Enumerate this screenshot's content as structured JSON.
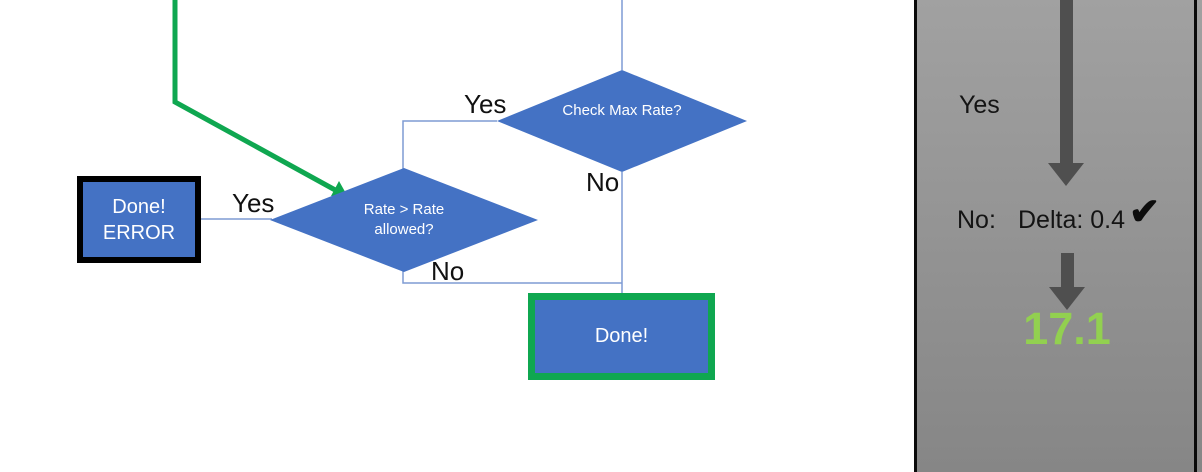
{
  "flowchart": {
    "nodes": {
      "check_max": {
        "label": "Check Max Rate?"
      },
      "rate_allowed": {
        "label": "Rate > Rate allowed?"
      },
      "done_error": {
        "label": "Done!\nERROR"
      },
      "done": {
        "label": "Done!"
      }
    },
    "edge_labels": {
      "check_max_yes": "Yes",
      "check_max_no": "No",
      "rate_allowed_yes": "Yes",
      "rate_allowed_no": "No"
    }
  },
  "side_panel": {
    "yes_label": "Yes",
    "no_label": "No:",
    "delta_text": "Delta: 0.4",
    "checkmark_icon": "✔",
    "result_value": "17.1"
  },
  "colors": {
    "shape_blue": "#4472C4",
    "accent_green": "#0FA750",
    "result_green": "#92D050",
    "arrow_gray": "#4F4F4F",
    "connector_blue": "#7E9BD4",
    "panel_gray_top": "#A1A1A1",
    "panel_gray_bottom": "#868686"
  }
}
